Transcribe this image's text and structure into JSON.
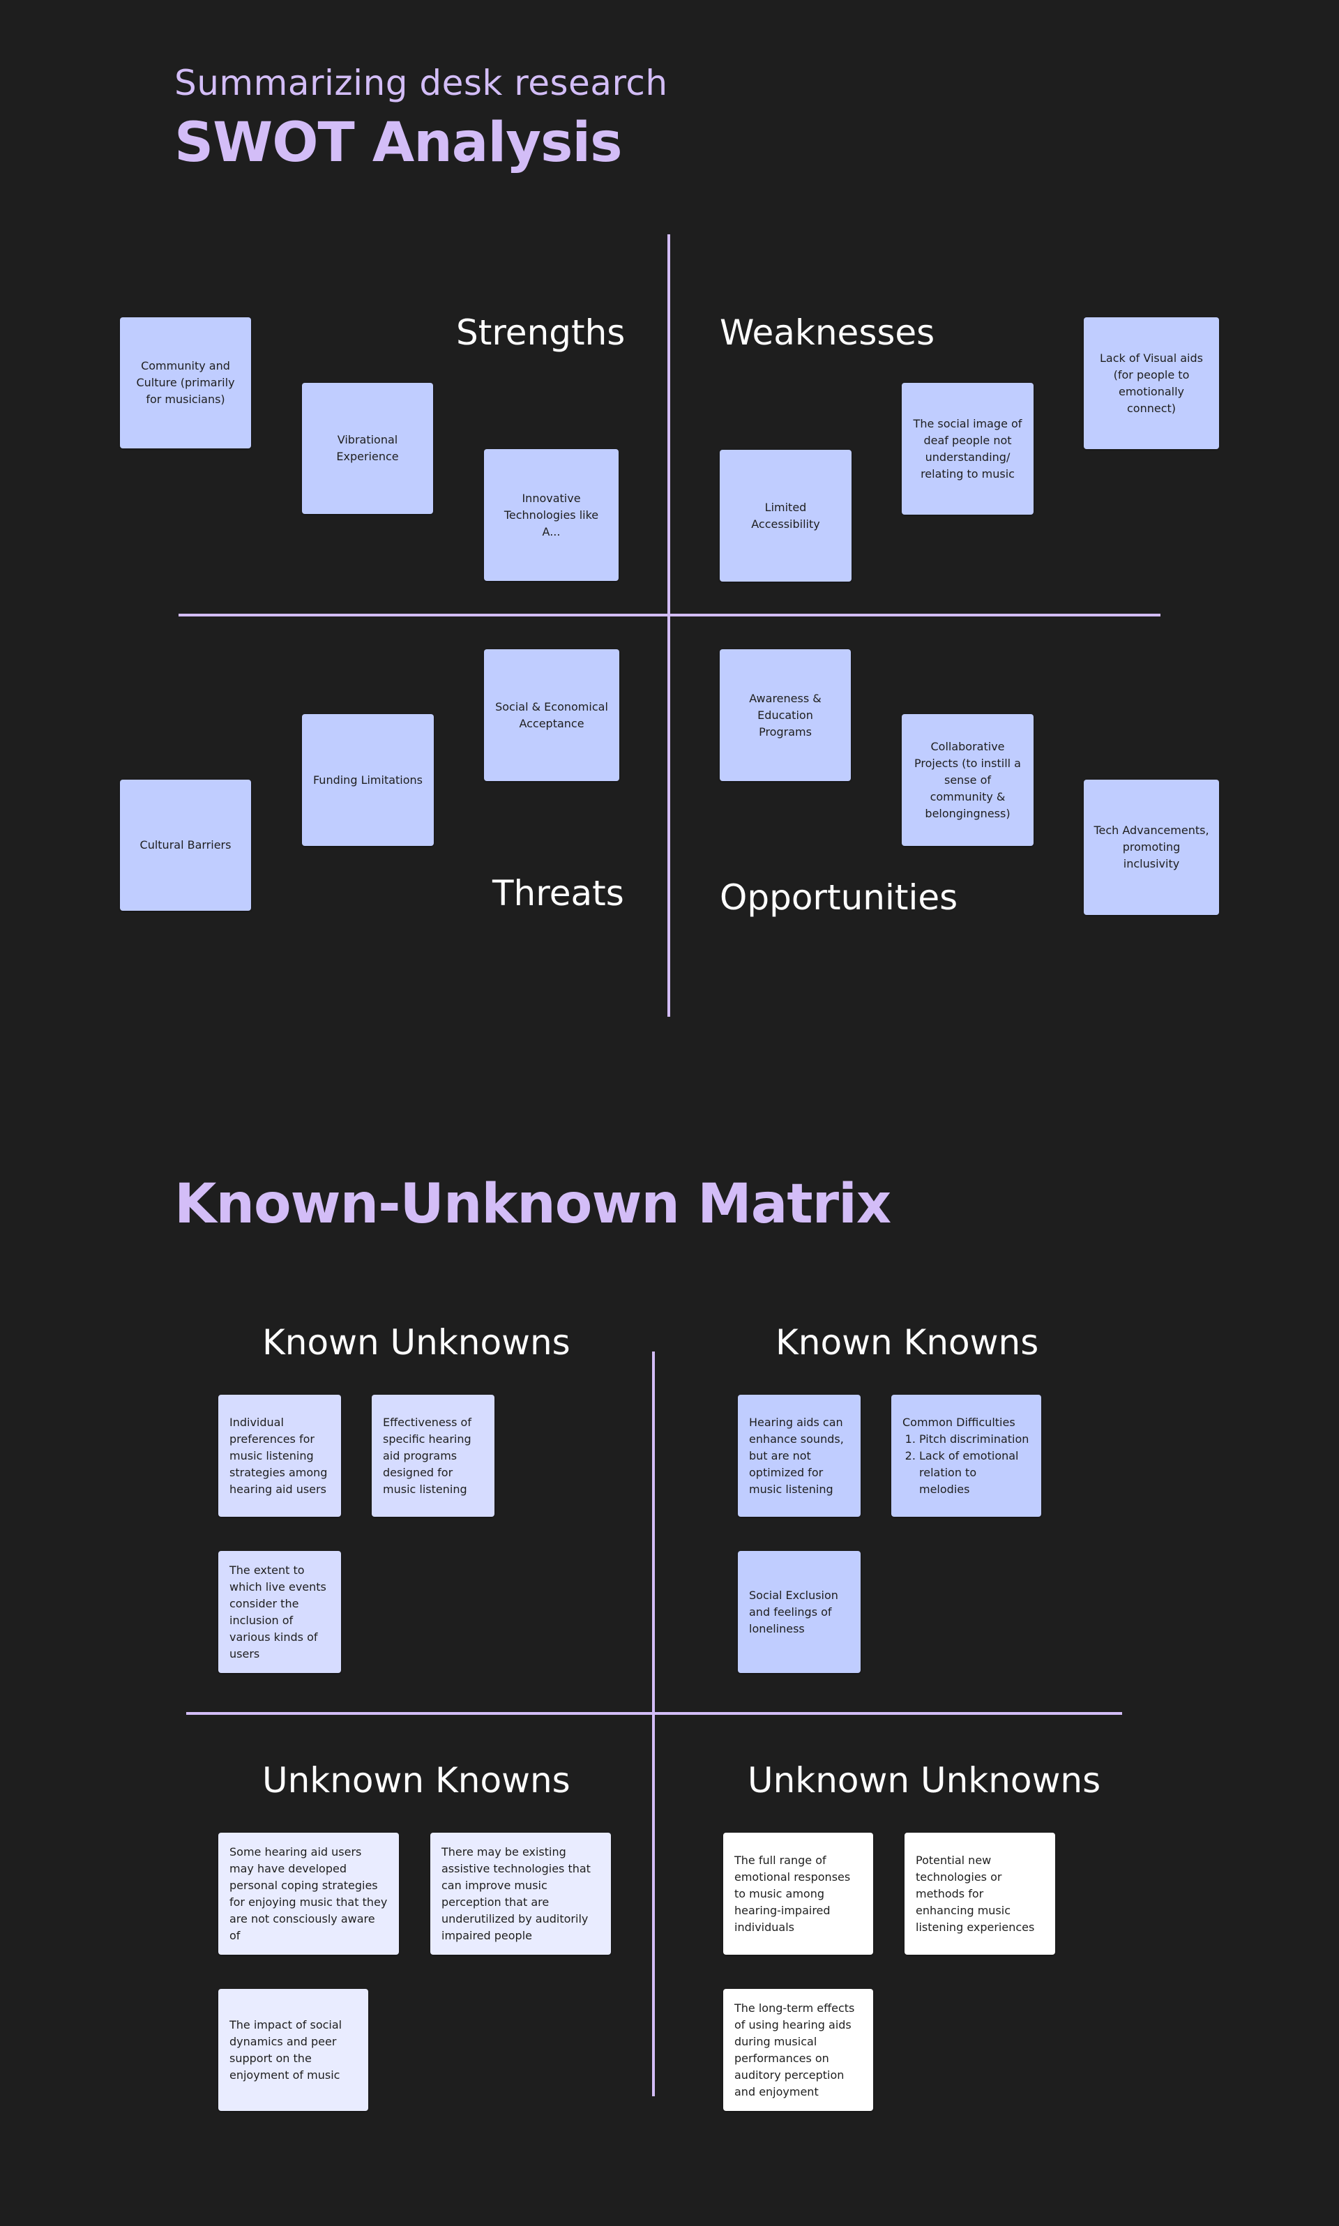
{
  "swot": {
    "subtitle": "Summarizing desk research",
    "title": "SWOT Analysis",
    "quadrants": {
      "strengths": "Strengths",
      "weaknesses": "Weaknesses",
      "threats": "Threats",
      "opportunities": "Opportunities"
    },
    "notes": {
      "strengths": [
        "Community and Culture (primarily for musicians)",
        "Vibrational Experience",
        "Innovative Technologies like A..."
      ],
      "weaknesses": [
        "Limited Accessibility",
        "The social image of deaf people not understanding/ relating to music",
        "Lack of Visual aids (for people to emotionally connect)"
      ],
      "threats": [
        "Social & Economical Acceptance",
        "Funding Limitations",
        "Cultural Barriers"
      ],
      "opportunities": [
        "Awareness & Education Programs",
        "Collaborative Projects (to instill a sense of community & belongingness)",
        "Tech Advancements, promoting inclusivity"
      ]
    }
  },
  "matrix": {
    "title": "Known-Unknown Matrix",
    "quadrants": {
      "known_unknowns": "Known Unknowns",
      "known_knowns": "Known Knowns",
      "unknown_knowns": "Unknown Knowns",
      "unknown_unknowns": "Unknown Unknowns"
    },
    "notes": {
      "known_unknowns": [
        "Individual preferences for music listening strategies among hearing aid users",
        "Effectiveness of specific hearing aid programs designed for music listening",
        "The extent to which live events consider the inclusion of various kinds of users"
      ],
      "known_knowns": {
        "hearing_aids": "Hearing aids can enhance sounds, but are not optimized for music listening",
        "common_difficulties": {
          "heading": "Common Difficulties",
          "items": [
            "Pitch discrimination",
            "Lack of emotional relation to melodies"
          ]
        },
        "social_exclusion": "Social Exclusion and feelings of loneliness"
      },
      "unknown_knowns": [
        "Some hearing aid users may have developed personal coping strategies for enjoying music that they are not consciously aware of",
        "There may be existing assistive technologies that can improve music perception that are underutilized by auditorily impaired people",
        "The impact of social dynamics and peer support on the enjoyment of music"
      ],
      "unknown_unknowns": [
        "The full range of emotional responses to music among hearing-impaired individuals",
        "Potential new technologies or methods for enhancing music listening experiences",
        "The long-term effects of using hearing aids during musical performances on auditory perception and enjoyment"
      ]
    }
  }
}
